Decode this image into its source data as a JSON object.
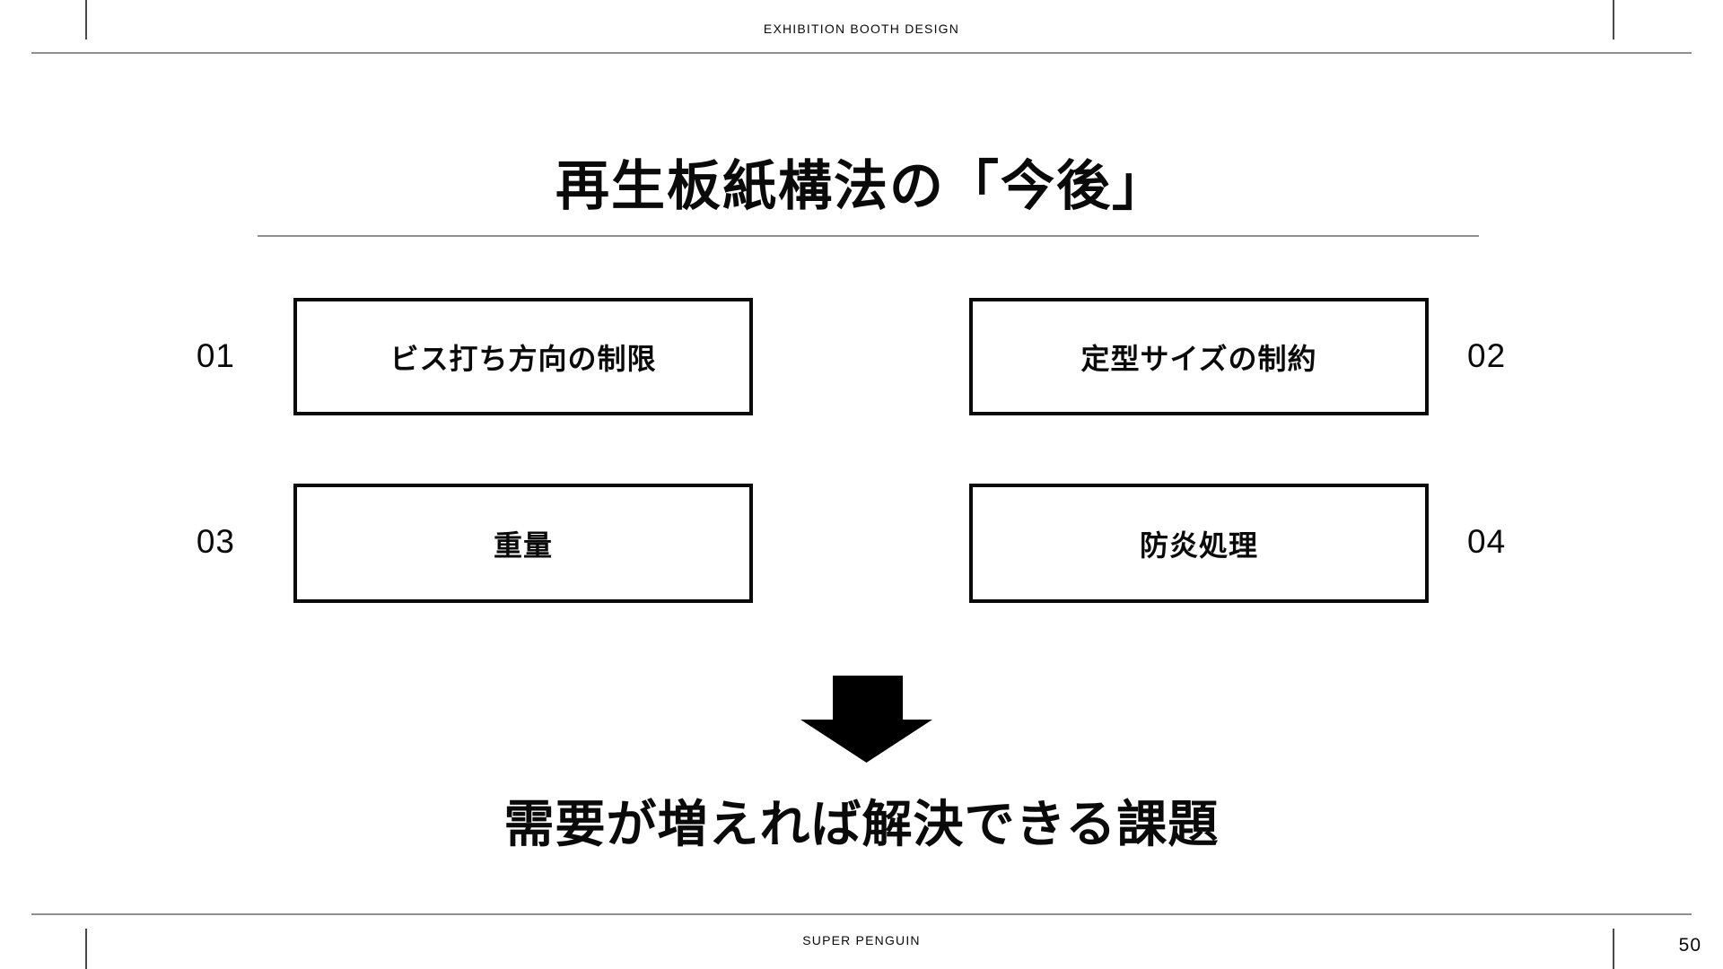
{
  "header": {
    "label": "EXHIBITION BOOTH DESIGN"
  },
  "slide": {
    "title": "再生板紙構法の「今後」",
    "items": [
      {
        "number": "01",
        "label": "ビス打ち方向の制限"
      },
      {
        "number": "02",
        "label": "定型サイズの制約"
      },
      {
        "number": "03",
        "label": "重量"
      },
      {
        "number": "04",
        "label": "防炎処理"
      }
    ],
    "arrow_icon": "down-arrow",
    "conclusion": "需要が増えれば解決できる課題"
  },
  "footer": {
    "brand": "SUPER PENGUIN",
    "page_number": "50"
  },
  "colors": {
    "background": "#ffffff",
    "text": "#0a0a0a",
    "rule_gray": "#8f8f8f",
    "crop_mark": "#4a4a4a",
    "arrow": "#000000"
  }
}
